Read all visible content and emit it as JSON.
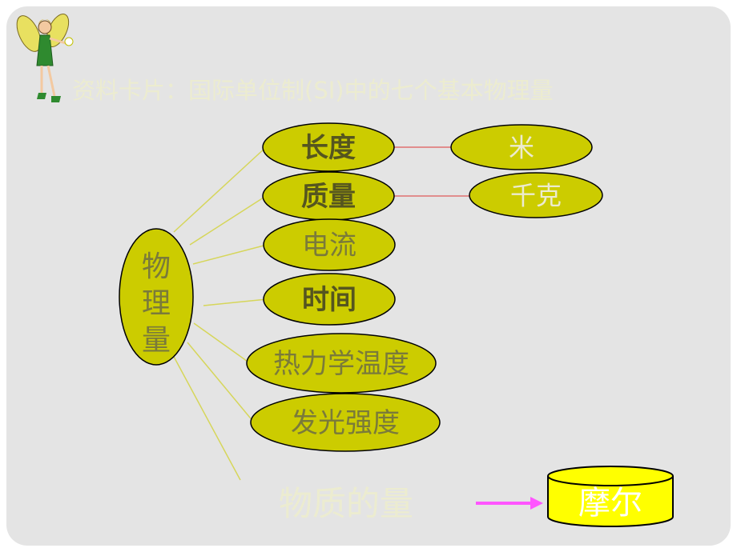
{
  "title": "资料卡片：国际单位制(SI)中的七个基本物理量",
  "root": {
    "label": "物理量",
    "chars": [
      "物",
      "理",
      "量"
    ]
  },
  "quantities": [
    {
      "id": "length",
      "label": "长度",
      "bold": true
    },
    {
      "id": "mass",
      "label": "质量",
      "bold": true
    },
    {
      "id": "current",
      "label": "电流",
      "bold": false
    },
    {
      "id": "time",
      "label": "时间",
      "bold": true
    },
    {
      "id": "temperature",
      "label": "热力学温度",
      "bold": false
    },
    {
      "id": "luminous",
      "label": "发光强度",
      "bold": false
    }
  ],
  "units": [
    {
      "id": "meter",
      "label": "米"
    },
    {
      "id": "kilogram",
      "label": "千克"
    }
  ],
  "amount_of_substance": {
    "label": "物质的量"
  },
  "mole_unit": {
    "label": "摩尔"
  },
  "colors": {
    "background": "#e4e4e4",
    "node_fill": "#cccc00",
    "node_stroke": "#000000",
    "connector": "#d6d65a",
    "unit_link": "#e07070",
    "arrow": "#ff55ff",
    "cylinder_fill": "#ffff00",
    "faint_text": "#ececd0"
  },
  "icons": [
    "fairy-icon",
    "arrow-right-icon",
    "cylinder-icon"
  ]
}
